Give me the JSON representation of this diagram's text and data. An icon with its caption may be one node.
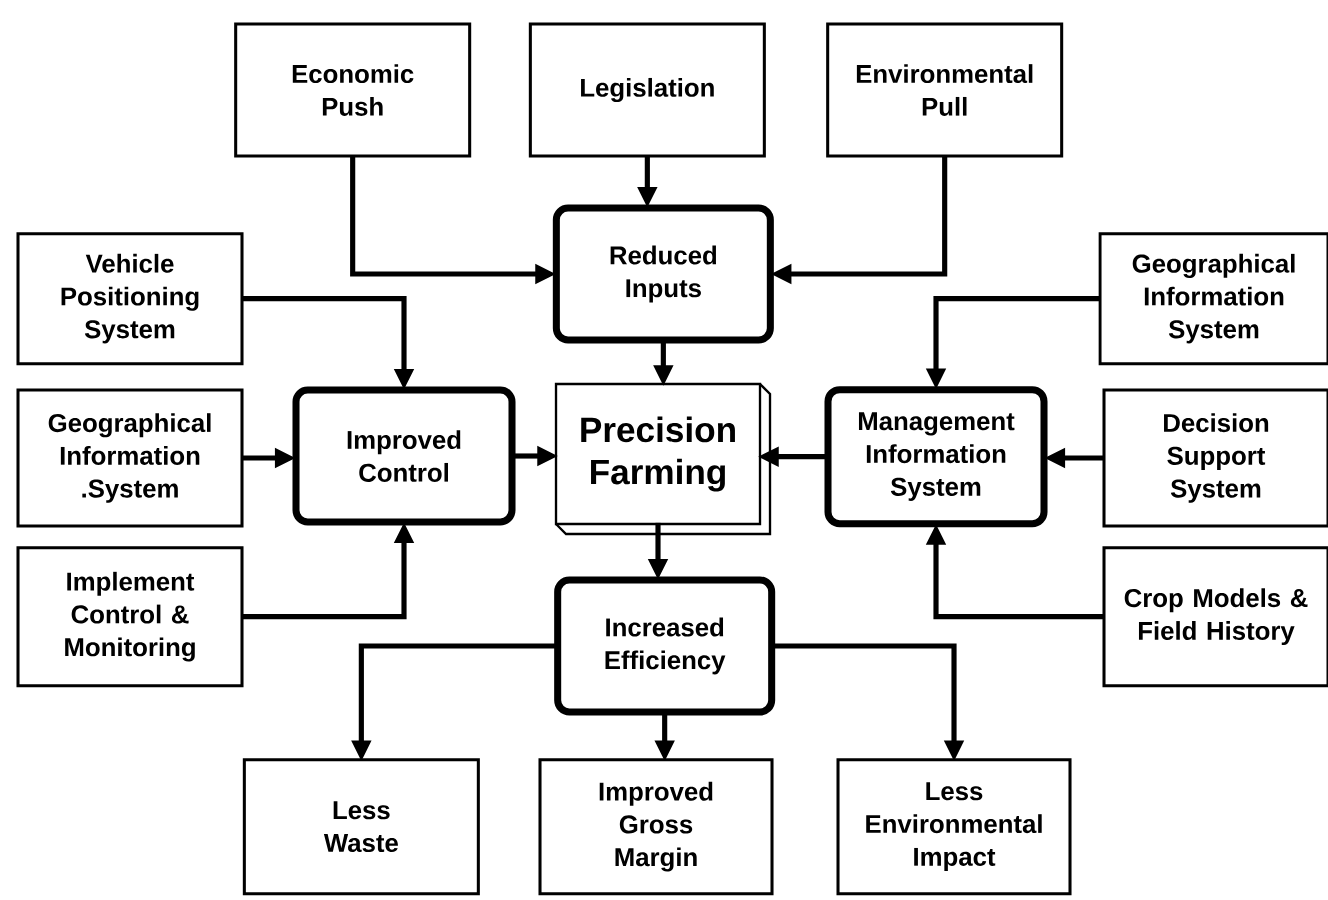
{
  "diagram": {
    "nodes": [
      {
        "text": [
          "Economic Push"
        ]
      },
      {
        "text": [
          "Legislation"
        ]
      },
      {
        "text": [
          "Environmental Pull"
        ]
      },
      {
        "text": [
          "Vehicle Positioning System"
        ]
      },
      {
        "text": [
          "Reduced Inputs"
        ]
      },
      {
        "text": [
          "Geographical Information System"
        ]
      },
      {
        "text": [
          "Geographical Information .System"
        ]
      },
      {
        "text": [
          "Improved Control"
        ]
      },
      {
        "text": [
          "Precision Farming"
        ]
      },
      {
        "text": [
          "Management Information System"
        ]
      },
      {
        "text": [
          "Decision Support System"
        ]
      },
      {
        "text": [
          "Implement Control & Monitoring"
        ]
      },
      {
        "text": [
          "Crop Models & Field History"
        ]
      },
      {
        "text": [
          "Increased Efficiency"
        ]
      },
      {
        "text": [
          "Less Waste"
        ]
      },
      {
        "text": [
          "Improved Gross Margin"
        ]
      },
      {
        "text": [
          "Less Environmental Impact"
        ]
      }
    ],
    "edges": [
      {
        "from": 0,
        "to": 4,
        "arrow": "to"
      },
      {
        "from": 1,
        "to": 4,
        "arrow": "to"
      },
      {
        "from": 2,
        "to": 4,
        "arrow": "to"
      },
      {
        "from": 3,
        "to": 7,
        "arrow": "to"
      },
      {
        "from": 4,
        "to": 8,
        "arrow": "to"
      },
      {
        "from": 5,
        "to": 9,
        "arrow": "to"
      },
      {
        "from": 6,
        "to": 7,
        "arrow": "to"
      },
      {
        "from": 7,
        "to": 8,
        "arrow": "to"
      },
      {
        "from": 9,
        "to": 8,
        "arrow": "to"
      },
      {
        "from": 10,
        "to": 9,
        "arrow": "to"
      },
      {
        "from": 11,
        "to": 7,
        "arrow": "to"
      },
      {
        "from": 12,
        "to": 9,
        "arrow": "to"
      },
      {
        "from": 8,
        "to": 13,
        "arrow": "to"
      },
      {
        "from": 13,
        "to": 14,
        "arrow": "to"
      },
      {
        "from": 13,
        "to": 15,
        "arrow": "to"
      },
      {
        "from": 13,
        "to": 16,
        "arrow": "to"
      }
    ]
  }
}
